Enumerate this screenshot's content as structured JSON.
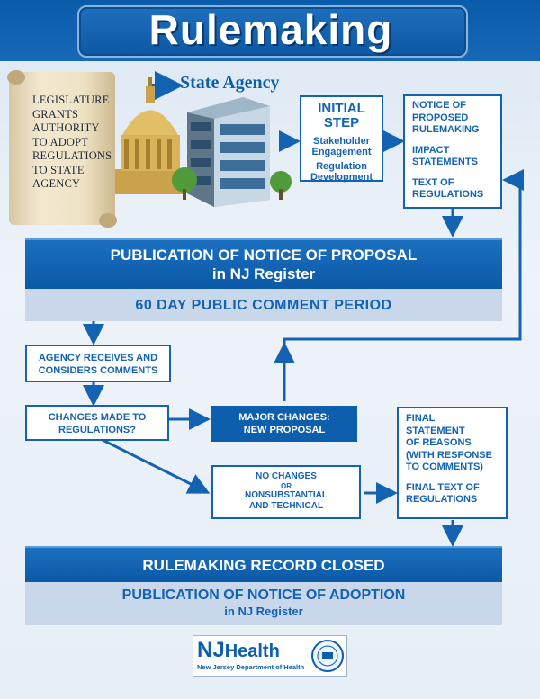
{
  "header": {
    "title": "Rulemaking"
  },
  "scroll": {
    "lines": [
      "LEGISLATURE",
      "GRANTS",
      "AUTHORITY",
      "TO ADOPT",
      "REGULATIONS",
      "TO STATE",
      "AGENCY"
    ]
  },
  "state_agency_label": "State Agency",
  "initial_step": {
    "title_line1": "INITIAL",
    "title_line2": "STEP",
    "item1_line1": "Stakeholder",
    "item1_line2": "Engagement",
    "item2_line1": "Regulation",
    "item2_line2": "Development"
  },
  "notice_box": {
    "lines": [
      "NOTICE OF",
      "PROPOSED",
      "RULEMAKING",
      "IMPACT",
      "STATEMENTS",
      "TEXT OF",
      "REGULATIONS"
    ]
  },
  "publication_proposal": {
    "line1": "PUBLICATION OF NOTICE OF PROPOSAL",
    "line2": "in NJ Register"
  },
  "comment_period": "60 DAY PUBLIC COMMENT PERIOD",
  "agency_receives": {
    "line1": "AGENCY RECEIVES AND",
    "line2": "CONSIDERS COMMENTS"
  },
  "changes_made": {
    "line1": "CHANGES MADE TO",
    "line2": "REGULATIONS?"
  },
  "major_changes": {
    "line1": "MAJOR CHANGES:",
    "line2": "NEW PROPOSAL"
  },
  "no_changes": {
    "line1": "NO CHANGES",
    "line2": "OR",
    "line3": "NONSUBSTANTIAL",
    "line4": "AND TECHNICAL"
  },
  "final_box": {
    "lines": [
      "FINAL",
      "STATEMENT",
      "OF REASONS",
      "(WITH RESPONSE",
      "TO COMMENTS)",
      "FINAL TEXT OF",
      "REGULATIONS"
    ]
  },
  "record_closed": "RULEMAKING RECORD CLOSED",
  "publication_adoption": {
    "line1": "PUBLICATION OF NOTICE OF ADOPTION",
    "line2": "in NJ Register"
  },
  "logo": {
    "nj": "NJ",
    "health": "Health",
    "dept": "New Jersey Department of Health"
  },
  "colors": {
    "primary": "#1463b3",
    "dark": "#0d5fae",
    "light_band": "#c9d7ea"
  }
}
